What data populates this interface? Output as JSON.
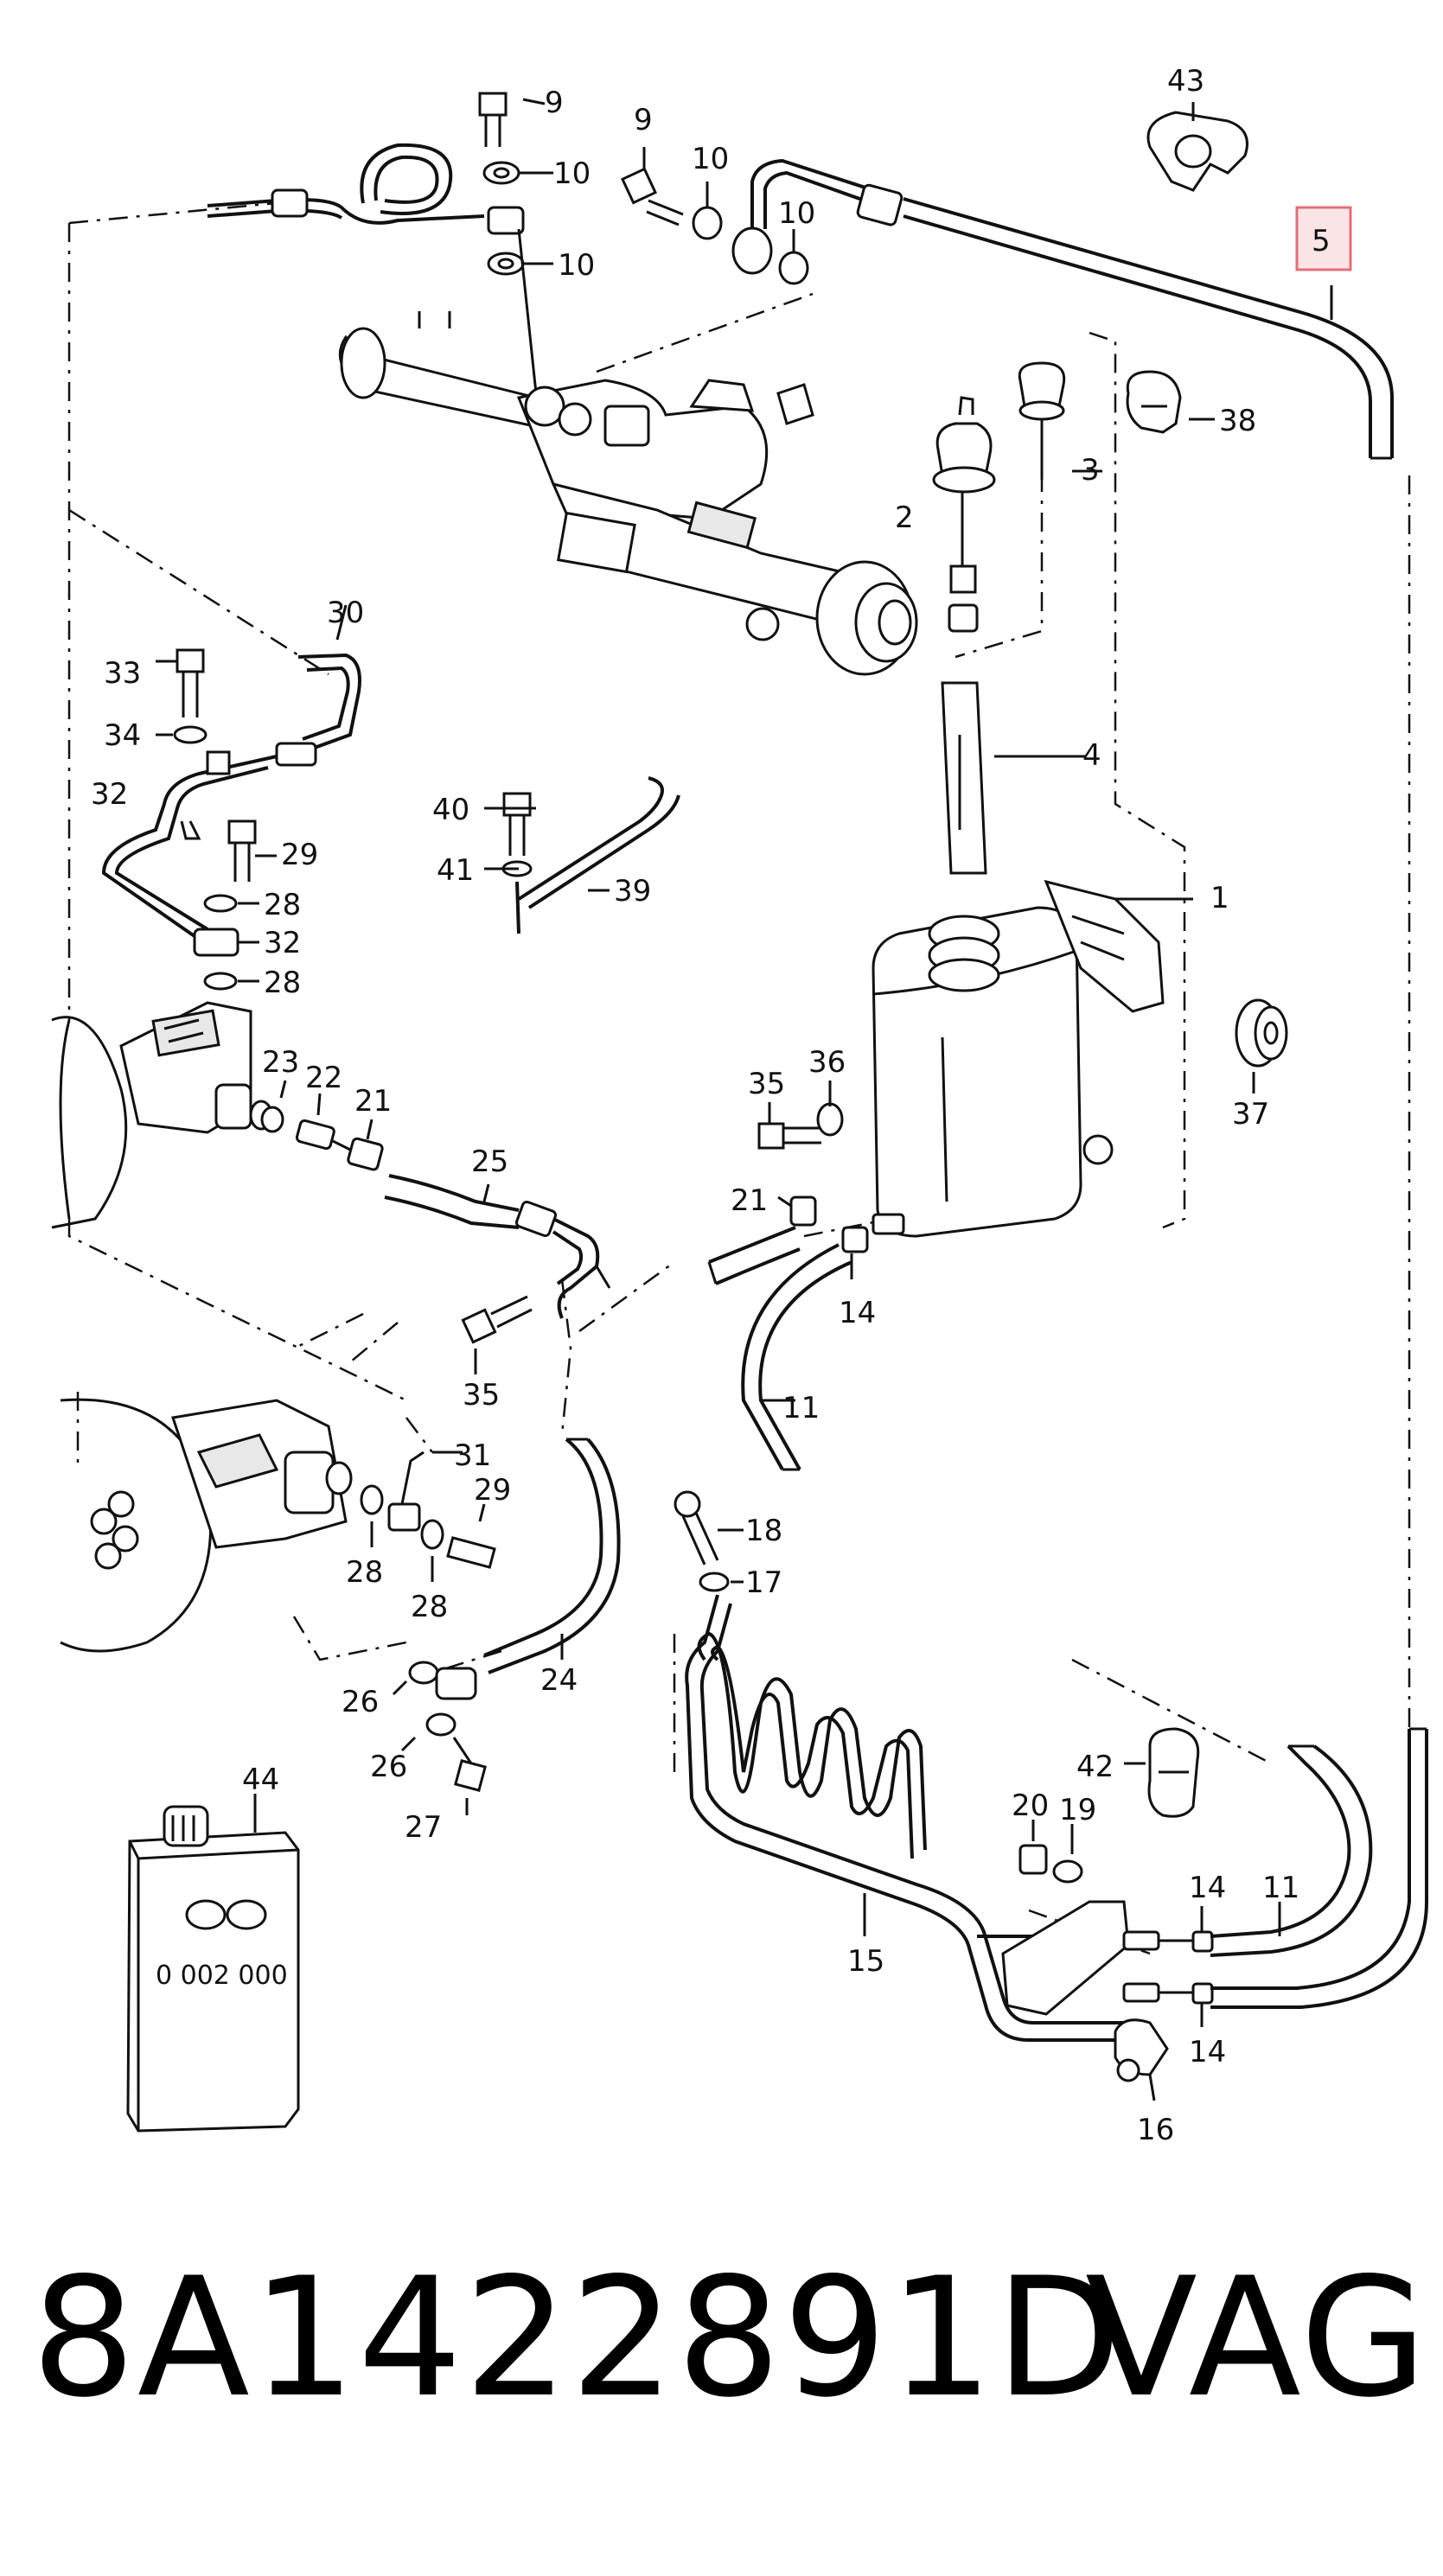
{
  "diagram": {
    "callouts": {
      "c43": "43",
      "c9a": "9",
      "c10a": "10",
      "c10b": "10",
      "c9b": "9",
      "c10c": "10",
      "c10d": "10",
      "c5": "5",
      "c38": "38",
      "c3": "3",
      "c2": "2",
      "c4": "4",
      "c1": "1",
      "c30": "30",
      "c33": "33",
      "c34": "34",
      "c32a": "32",
      "c29a": "29",
      "c28a": "28",
      "c32b": "32",
      "c28b": "28",
      "c40": "40",
      "c41": "41",
      "c39": "39",
      "c23": "23",
      "c22": "22",
      "c21a": "21",
      "c25": "25",
      "c35a": "35",
      "c36": "36",
      "c37": "37",
      "c21b": "21",
      "c14a": "14",
      "c35b": "35",
      "c11a": "11",
      "c31": "31",
      "c29b": "29",
      "c28c": "28",
      "c28d": "28",
      "c18": "18",
      "c17": "17",
      "c26a": "26",
      "c24": "24",
      "c26b": "26",
      "c27": "27",
      "c44": "44",
      "c42": "42",
      "c20": "20",
      "c19": "19",
      "c14b": "14",
      "c11b": "11",
      "c15": "15",
      "c14c": "14",
      "c16": "16"
    },
    "highlighted_callout": "5",
    "highlight_color": "#e0707a",
    "can_label": "0 002 000"
  },
  "footer": {
    "part_number": "8A1422891D",
    "brand": "VAG"
  }
}
